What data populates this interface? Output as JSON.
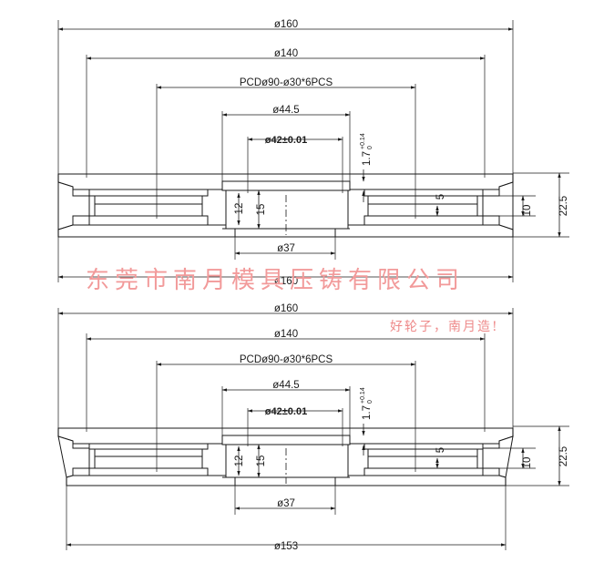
{
  "watermark": {
    "company": "东莞市南月模具压铸有限公司",
    "slogan": "好轮子，南月造!"
  },
  "drawings": [
    {
      "id": "top",
      "dims": {
        "d_outer": "ø160",
        "d_140": "ø140",
        "pcd": "PCDø90-ø30*6PCS",
        "d_44_5": "ø44.5",
        "d_42": "ø42±0.01",
        "d_37": "ø37",
        "d_bottom": "ø160",
        "h_12": "12",
        "h_15": "15",
        "h_5": "5",
        "h_10": "10",
        "h_22_5": "22.5",
        "tol_base": "1.7",
        "tol_up": "+0.14",
        "tol_low": "0"
      }
    },
    {
      "id": "bottom",
      "dims": {
        "d_outer": "ø160",
        "d_140": "ø140",
        "pcd": "PCDø90-ø30*6PCS",
        "d_44_5": "ø44.5",
        "d_42": "ø42±0.01",
        "d_37": "ø37",
        "d_bottom": "ø153",
        "h_12": "12",
        "h_15": "15",
        "h_5": "5",
        "h_10": "10",
        "h_22_5": "22.5",
        "tol_base": "1.7",
        "tol_up": "+0.14",
        "tol_low": "0"
      }
    }
  ]
}
